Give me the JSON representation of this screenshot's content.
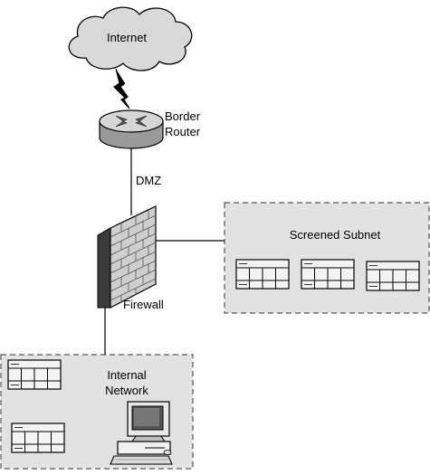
{
  "labels": {
    "internet": "Internet",
    "router_line1": "Border",
    "router_line2": "Router",
    "dmz": "DMZ",
    "firewall": "Firewall",
    "screened_subnet": "Screened Subnet",
    "internal_line1": "Internal",
    "internal_line2": "Network"
  },
  "colors": {
    "cloud_fill": "#d9d9d9",
    "zone_fill": "#e2e2e2",
    "zone_stroke": "#555555",
    "line": "#000000",
    "brick_face": "#cfcfcf",
    "brick_side": "#3a3a3a",
    "server_fill": "#f4f4f4"
  },
  "icons": {
    "internet": "cloud-icon",
    "router": "router-icon",
    "firewall": "brick-wall-icon",
    "server": "server-rack-icon",
    "workstation": "desktop-computer-icon"
  }
}
